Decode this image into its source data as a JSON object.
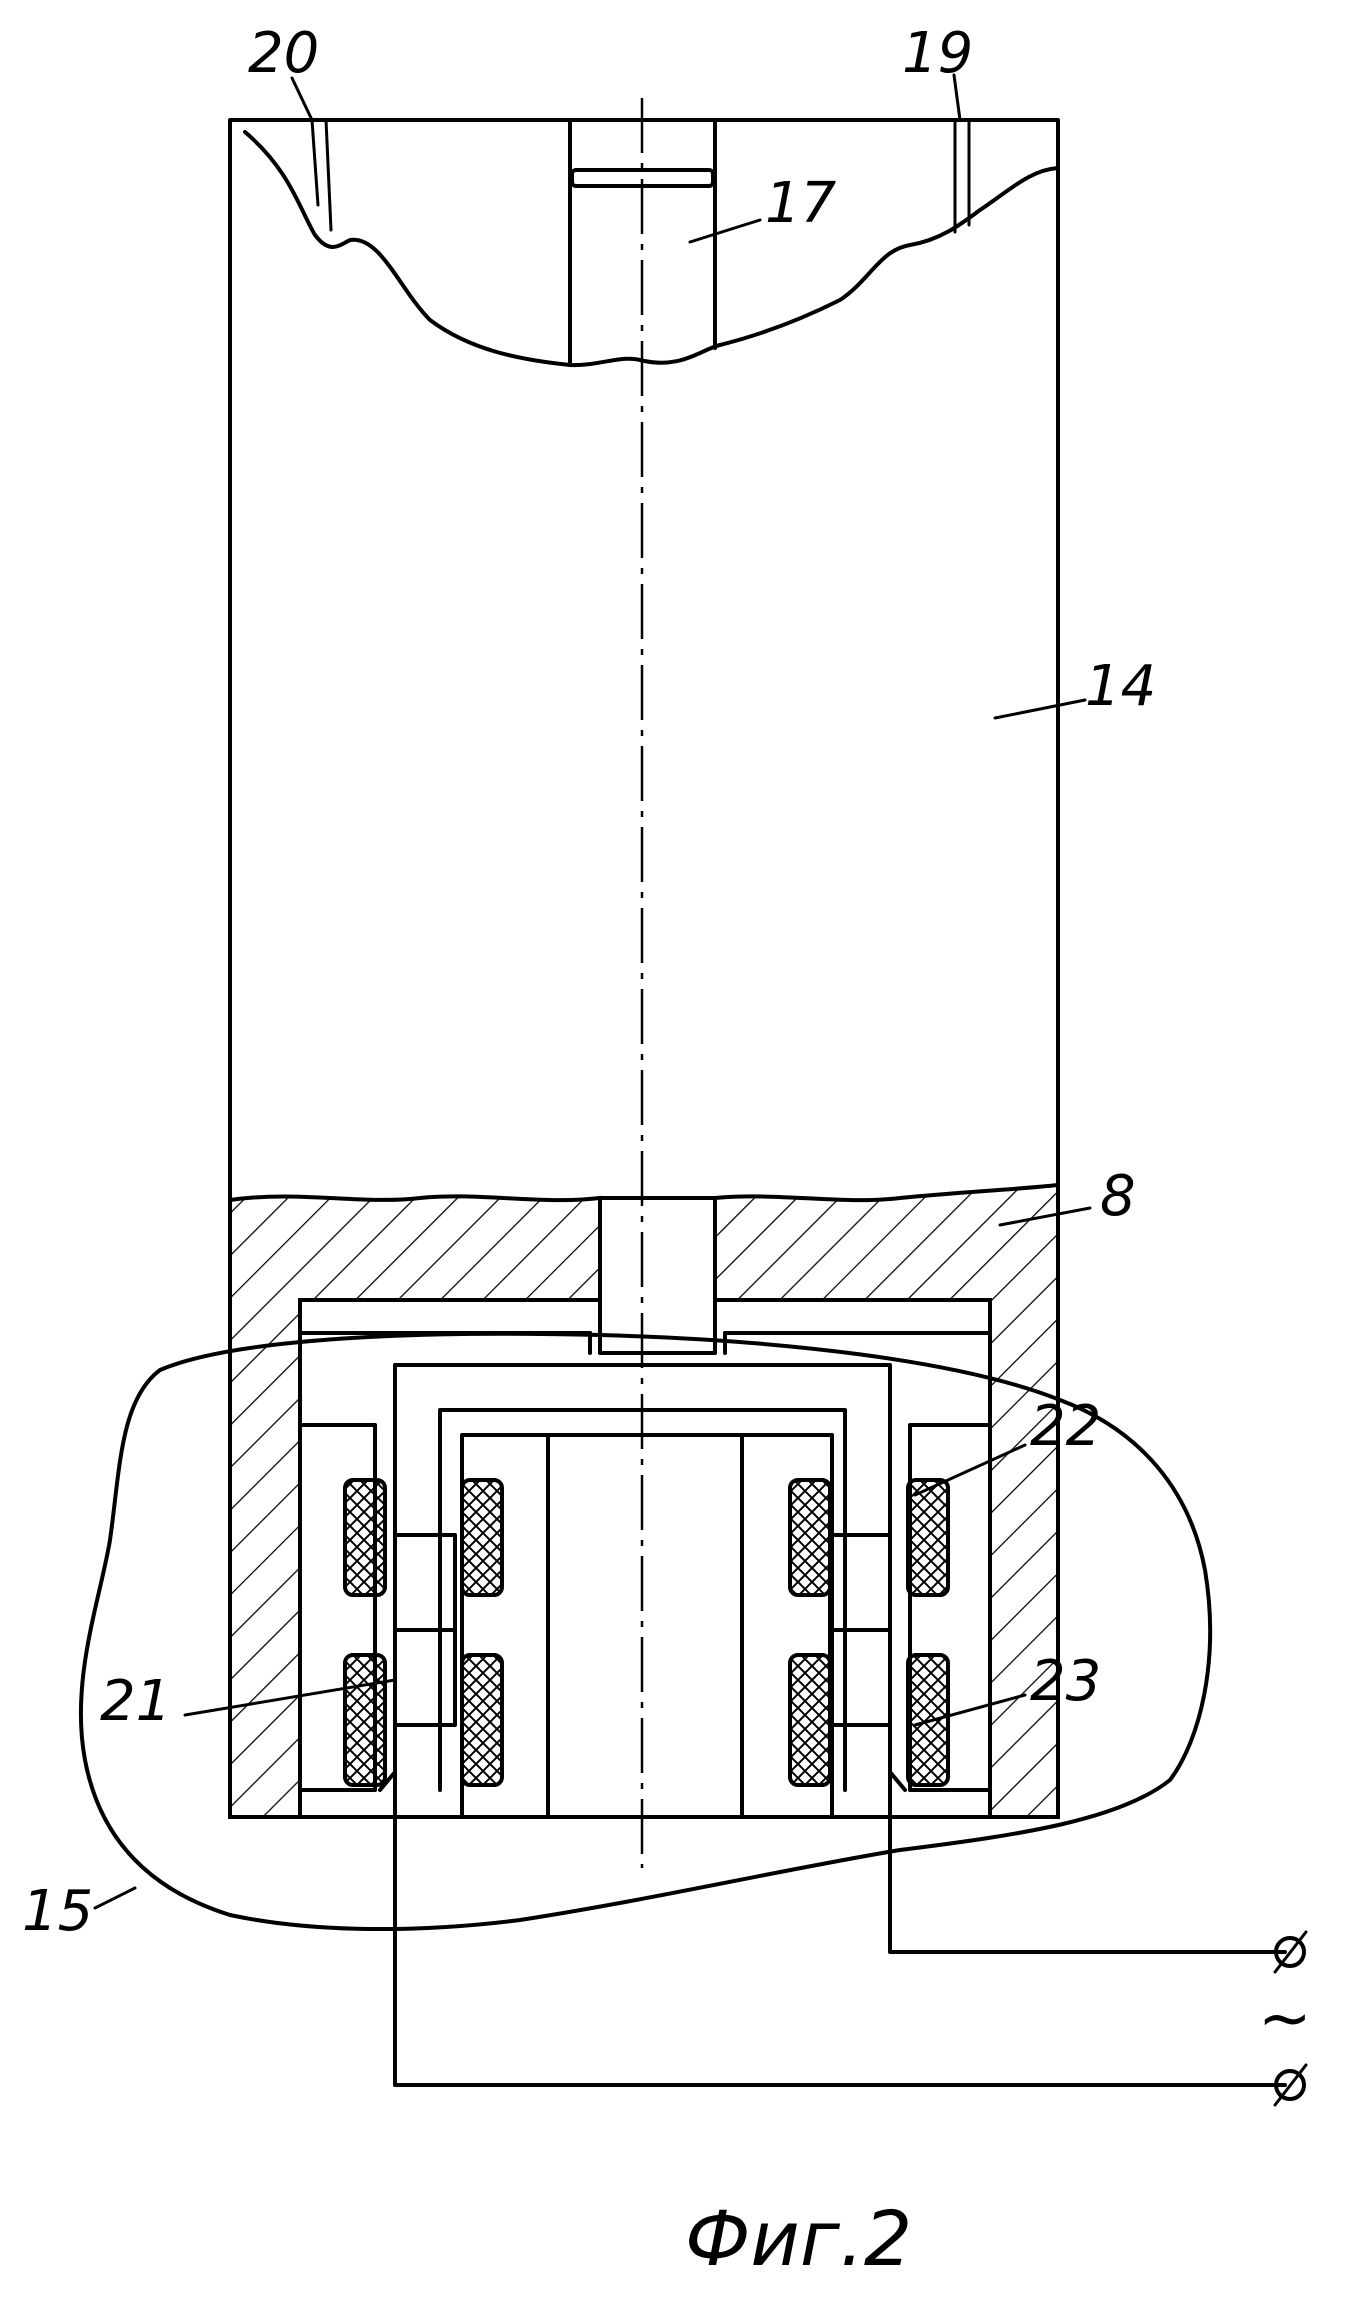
{
  "figure": {
    "caption": "Фиг.2",
    "labels": {
      "l20": "20",
      "l19": "19",
      "l17": "17",
      "l14": "14",
      "l8": "8",
      "l22": "22",
      "l21": "21",
      "l23": "23",
      "l15": "15"
    },
    "terminal_top": "⌀",
    "terminal_bottom": "⌀",
    "ac_symbol": "~"
  }
}
